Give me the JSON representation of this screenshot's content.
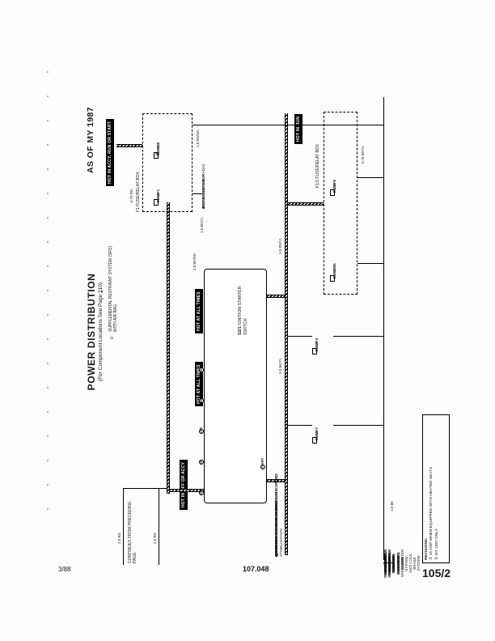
{
  "header": {
    "title": "POWER DISTRIBUTION",
    "subtitle": "(For Component Locations See Page 210)",
    "as_of": "AS OF MY 1987"
  },
  "footer": {
    "date": "3/88",
    "figure": "107.048",
    "page": "105/2"
  },
  "rails": {
    "accy_run_start": "HOT IN ACCY, RUN OR START",
    "all_times_a": "HOT AT ALL TIMES",
    "all_times_b": "HOT AT ALL TIMES",
    "off_or_accy": "HOT IN OFF OR ACCY",
    "in_run": "HOT IN RUN"
  },
  "sources": {
    "continues": "CONTINUES FROM PRECEDING PAGE",
    "srs": "SUPPLEMENTAL RESTRAINT SYSTEM (SRS) WITH AIR BAG",
    "srs_mark": "②"
  },
  "ignition_switch": {
    "id": "S2/1",
    "name": "IGNITION STARTER SWITCH",
    "terminals": [
      "30",
      "50",
      "15R",
      "15",
      "ACCY",
      "START"
    ]
  },
  "fuse_boxes": {
    "f1": "F1 FUSE/RELAY BOX",
    "f1_1": "F1/1 FUSE/RELAY BOX"
  },
  "fuses": [
    {
      "name": "FUSE 1",
      "amp": "8 AMP",
      "note": ""
    },
    {
      "name": "FUSE 2",
      "amp": "16 AMP",
      "note": "①"
    },
    {
      "name": "FUSE 16",
      "amp": "16 AMP",
      "note": ""
    },
    {
      "name": "FUSE 5",
      "amp": "8 AMP",
      "note": ""
    },
    {
      "name": "FUSE 4",
      "amp": "8 AMP",
      "note": ""
    },
    {
      "name": "FUSE 7",
      "amp": "8 AMP",
      "note": ""
    }
  ],
  "accessory_loads": [
    {
      "label": "GLOVE BOX LAMP"
    },
    {
      "label": "CIGAR LIGHTER, RADIO"
    },
    {
      "label": "HEATED SEATS"
    }
  ],
  "destinations_bottom": [
    {
      "label": "AUTOMATIC CLIMATE CONTROL",
      "wire": "0.75 BK/RD"
    },
    {
      "label": "WARNING SYSTEM, WARNING INDICATORS",
      "wire": "0.75 VL/RD"
    },
    {
      "label": "TRANSMISSION KICK-DOWN, BACK-UP LAMPS",
      "wire": "0.75 BK/VL"
    },
    {
      "label": "OUTSIDE TEMPERATURE GAUGE",
      "wire": "0.75 BK"
    },
    {
      "label": "AUXILIARY FAN",
      "wire": "0.75 BK/RD"
    },
    {
      "label": "AUXILIARY WIPER/WASHER",
      "wire": "0.75 BK"
    },
    {
      "label": "OUTSIDE HEATED MIRRORS",
      "wire": "0.75 BK/RD"
    },
    {
      "label": "ANTI-THEFT ALARM SYSTEM",
      "wire": "0.75 RD"
    },
    {
      "label": "HORNS",
      "wire": "0.75 RD"
    },
    {
      "label": "WARNING SYSTEM, WARNING INDICATORS, SPEEDOMETER",
      "wire": "0.75 RD"
    },
    {
      "label": "TURN SIGNAL / HAZARD LAMPS",
      "wire": ""
    },
    {
      "label": "STOPLAMPS, CRUISE CONTROL, ANTI-THEFT ALARM SYSTEM, ANTI-LOCK BRAKE SYSTEM",
      "wire": ""
    },
    {
      "label": "POWER WINDOWS",
      "wire": ""
    },
    {
      "label": "HEADLAMPS, FOG LAMPS",
      "wire": ""
    },
    {
      "label": "WIPER/WASHER, HEADLAMPS, FOGLAMPS",
      "wire": ""
    },
    {
      "label": "CRUISE CONTROL",
      "wire": "0.75 BK/YL"
    },
    {
      "label": "AUTOMATIC CLIMATE CONTROL",
      "wire": "0.75 BK/YL"
    }
  ],
  "destinations_left": [
    {
      "label": "TRANSMISSION KICK-DOWN"
    },
    {
      "label": "IGNITION"
    },
    {
      "label": "ELECTRONIC ENGINE CONTROLS"
    },
    {
      "label": "AIR INJECTION MANAGEMENT / IDLE SPEED STABILIZATION"
    },
    {
      "label": "START"
    },
    {
      "label": "ANTI-LOCK BRAKE SYSTEM"
    },
    {
      "label": "CHARGING SYSTEM, WARNING INDICATORS"
    },
    {
      "label": "AUTOMATIC CLIMATE CONTROL"
    }
  ],
  "wire_labels": {
    "w1": "2.5 RD",
    "w2": "2.5 RD",
    "w3": "0.75 RD",
    "w4": "2.5 BK/RD",
    "w5": "2.5 RD/YL",
    "w6": "2.5 BK/YL",
    "w7": "0.75 BK/YL",
    "w8": "1.0 BK",
    "w9": "1.5 BK/VL",
    "w10": "1.5 RD/GN"
  },
  "revisions": {
    "title": "REVISIONS:",
    "item1": "① 16 AMP WHEN EQUIPPED WITH HEATED SEATS",
    "item2": "② MY 1987 ONLY"
  },
  "icons": {
    "arrow_down": "▼",
    "arrow_left": "◄",
    "arrow_up": "▲"
  }
}
